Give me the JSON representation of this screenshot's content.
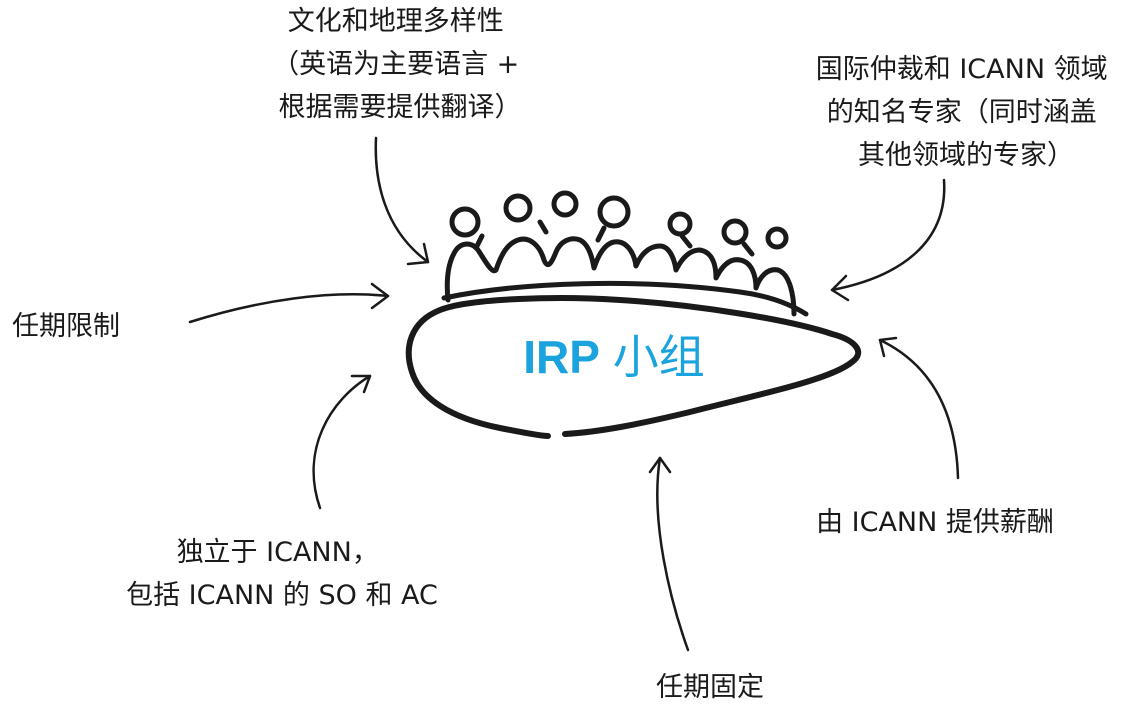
{
  "center": {
    "label_bold": "IRP",
    "label_rest": " 小组",
    "color": "#1aa3dc"
  },
  "labels": {
    "top_left": [
      "文化和地理多样性",
      "（英语为主要语言 +",
      "根据需要提供翻译）"
    ],
    "top_right": [
      "国际仲裁和 ICANN 领域",
      "的知名专家（同时涵盖",
      "其他领域的专家）"
    ],
    "left": "任期限制",
    "bottom_left": [
      "独立于 ICANN，",
      "包括 ICANN 的 SO 和 AC"
    ],
    "bottom": "任期固定",
    "right": "由 ICANN 提供薪酬"
  }
}
